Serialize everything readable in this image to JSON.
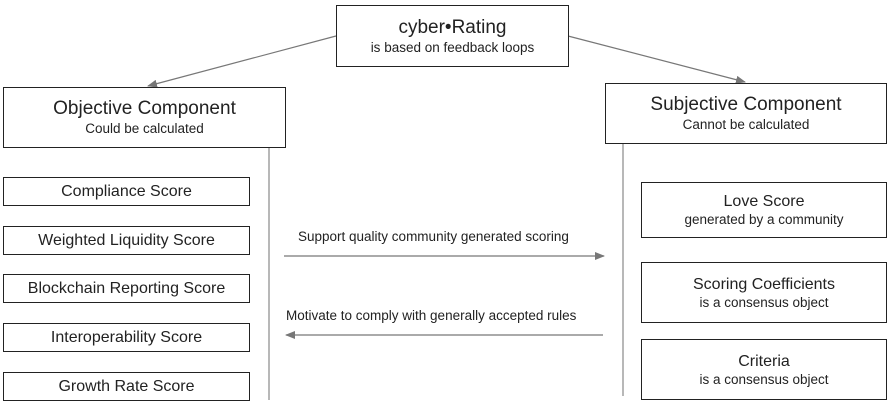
{
  "root": {
    "title": "cyber•Rating",
    "subtitle": "is based on feedback loops"
  },
  "objective": {
    "title": "Objective Component",
    "subtitle": "Could be calculated",
    "scores": [
      "Compliance Score",
      "Weighted Liquidity Score",
      "Blockchain Reporting Score",
      "Interoperability Score",
      "Growth Rate Score"
    ]
  },
  "subjective": {
    "title": "Subjective Component",
    "subtitle": "Cannot be calculated",
    "items": [
      {
        "title": "Love Score",
        "subtitle": "generated by a community"
      },
      {
        "title": "Scoring Coefficients",
        "subtitle": "is a consensus object"
      },
      {
        "title": "Criteria",
        "subtitle": "is a consensus object"
      }
    ]
  },
  "arrows": {
    "right_label": "Support quality community generated scoring",
    "left_label": "Motivate to comply with generally accepted rules"
  },
  "colors": {
    "line": "#777777",
    "border": "#222222"
  }
}
